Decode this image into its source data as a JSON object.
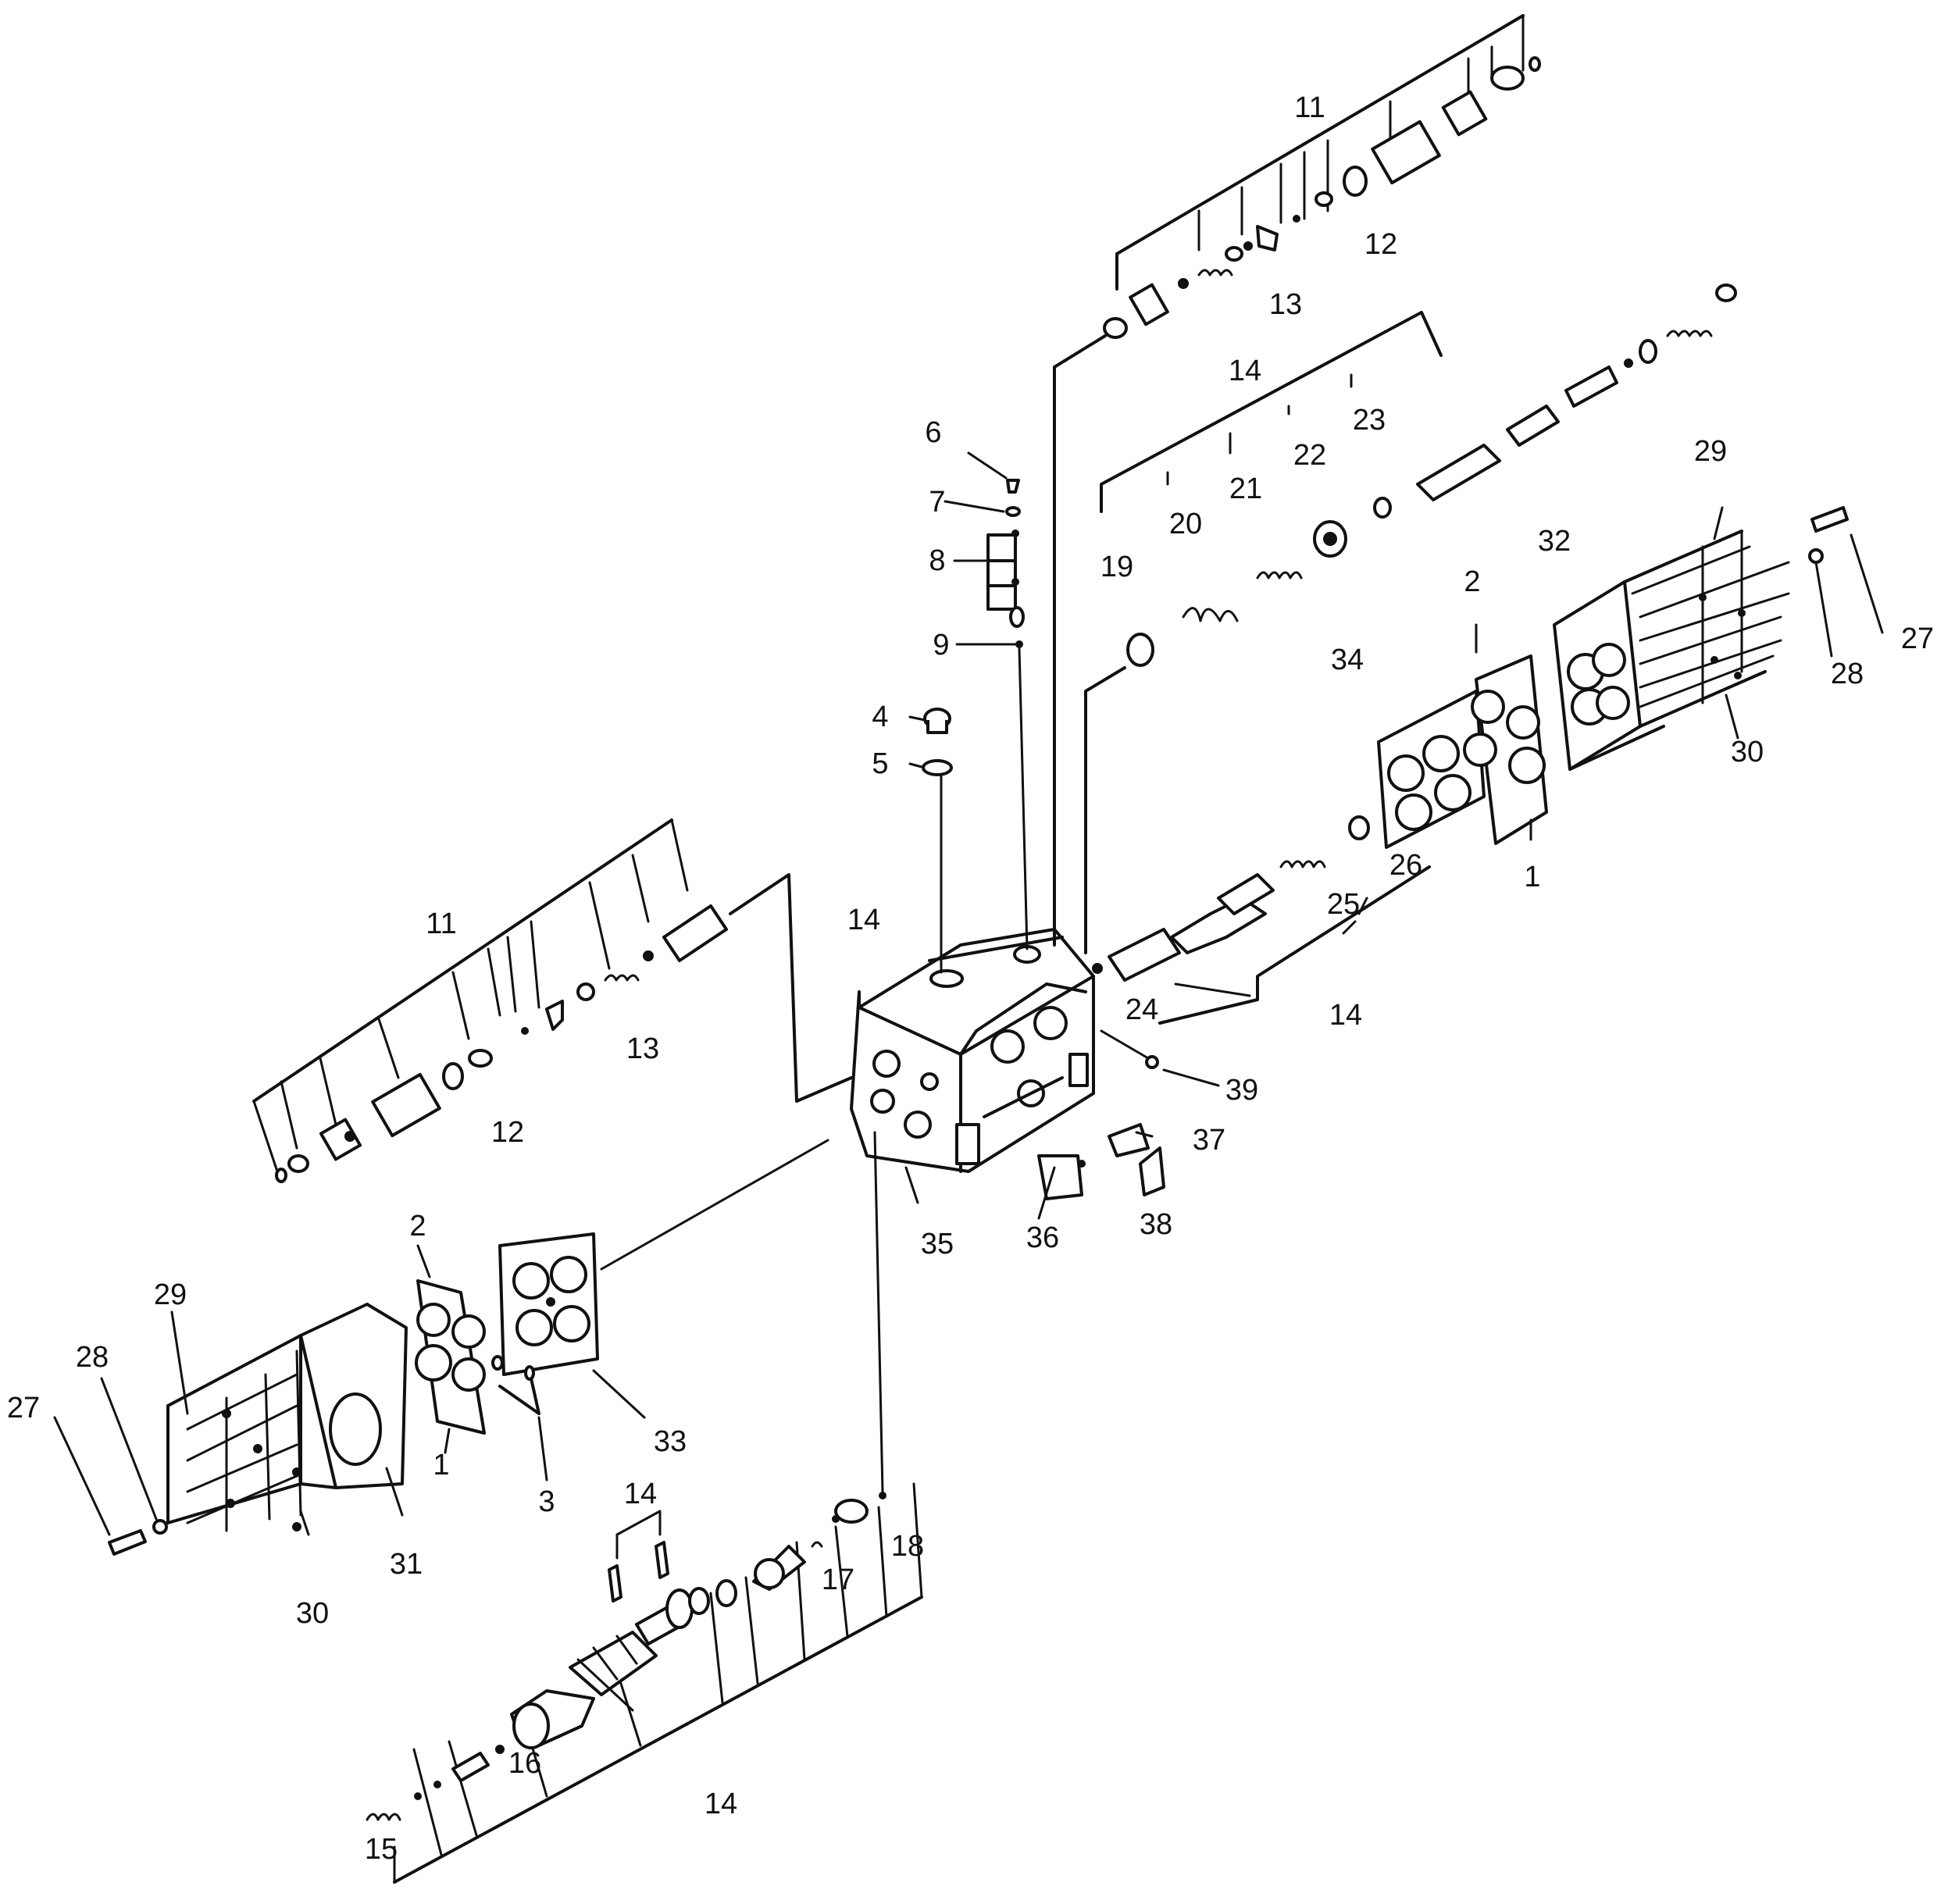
{
  "diagram": {
    "labels": {
      "p1_left": "1",
      "p1_right": "1",
      "p2_left": "2",
      "p2_right": "2",
      "p3": "3",
      "p4": "4",
      "p5": "5",
      "p6": "6",
      "p7": "7",
      "p8": "8",
      "p9": "9",
      "p11_top": "11",
      "p11_left": "11",
      "p12_top": "12",
      "p12_left": "12",
      "p13_top": "13",
      "p13_left": "13",
      "p14_body": "14",
      "p14_upper": "14",
      "p14_mid": "14",
      "p14_pins": "14",
      "p14_bottom": "14",
      "p15": "15",
      "p16": "16",
      "p17": "17",
      "p18": "18",
      "p19": "19",
      "p20": "20",
      "p21": "21",
      "p22": "22",
      "p23": "23",
      "p24": "24",
      "p25": "25",
      "p26": "26",
      "p27_right": "27",
      "p27_left": "27",
      "p28_right": "28",
      "p28_left": "28",
      "p29_right": "29",
      "p29_left": "29",
      "p30_right": "30",
      "p30_left": "30",
      "p31": "31",
      "p32": "32",
      "p33": "33",
      "p34": "34",
      "p35": "35",
      "p36": "36",
      "p37": "37",
      "p38": "38",
      "p39": "39"
    }
  }
}
